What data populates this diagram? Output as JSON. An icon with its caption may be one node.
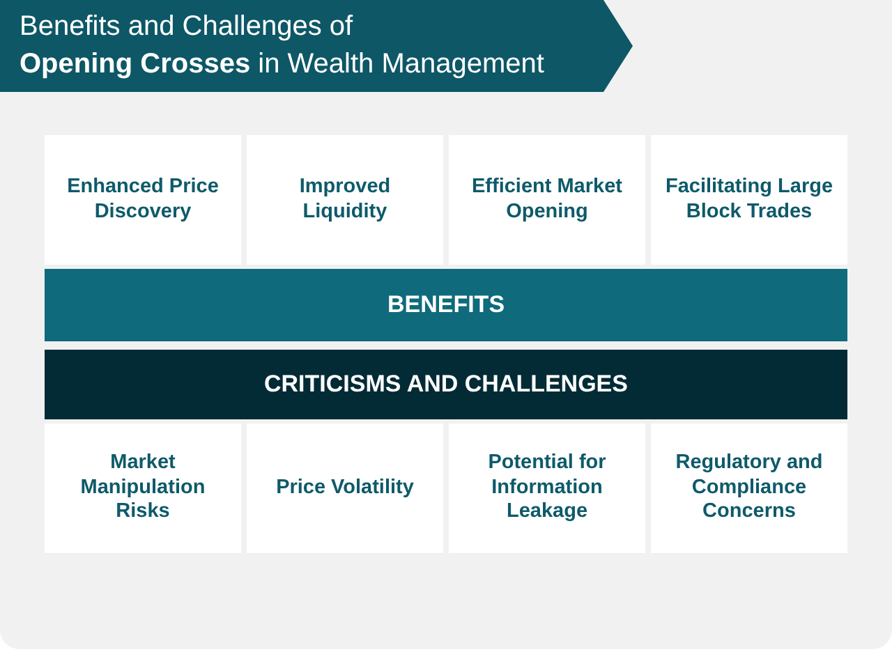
{
  "diagram": {
    "title": "Benefits and Challenges of **Opening Crosses** in Wealth Management",
    "nodes": [
      {
        "text": [
          "Enhanced Price Discovery"
        ]
      },
      {
        "text": [
          "Improved Liquidity"
        ]
      },
      {
        "text": [
          "Efficient Market Opening"
        ]
      },
      {
        "text": [
          "Facilitating Large Block Trades"
        ]
      },
      {
        "text": [
          "BENEFITS"
        ]
      },
      {
        "text": [
          "CRITICISMS AND CHALLENGES"
        ]
      },
      {
        "text": [
          "Market Manipulation Risks"
        ]
      },
      {
        "text": [
          "Price Volatility"
        ]
      },
      {
        "text": [
          "Potential for Information Leakage"
        ]
      },
      {
        "text": [
          "Regulatory and Compliance Concerns"
        ]
      }
    ]
  }
}
